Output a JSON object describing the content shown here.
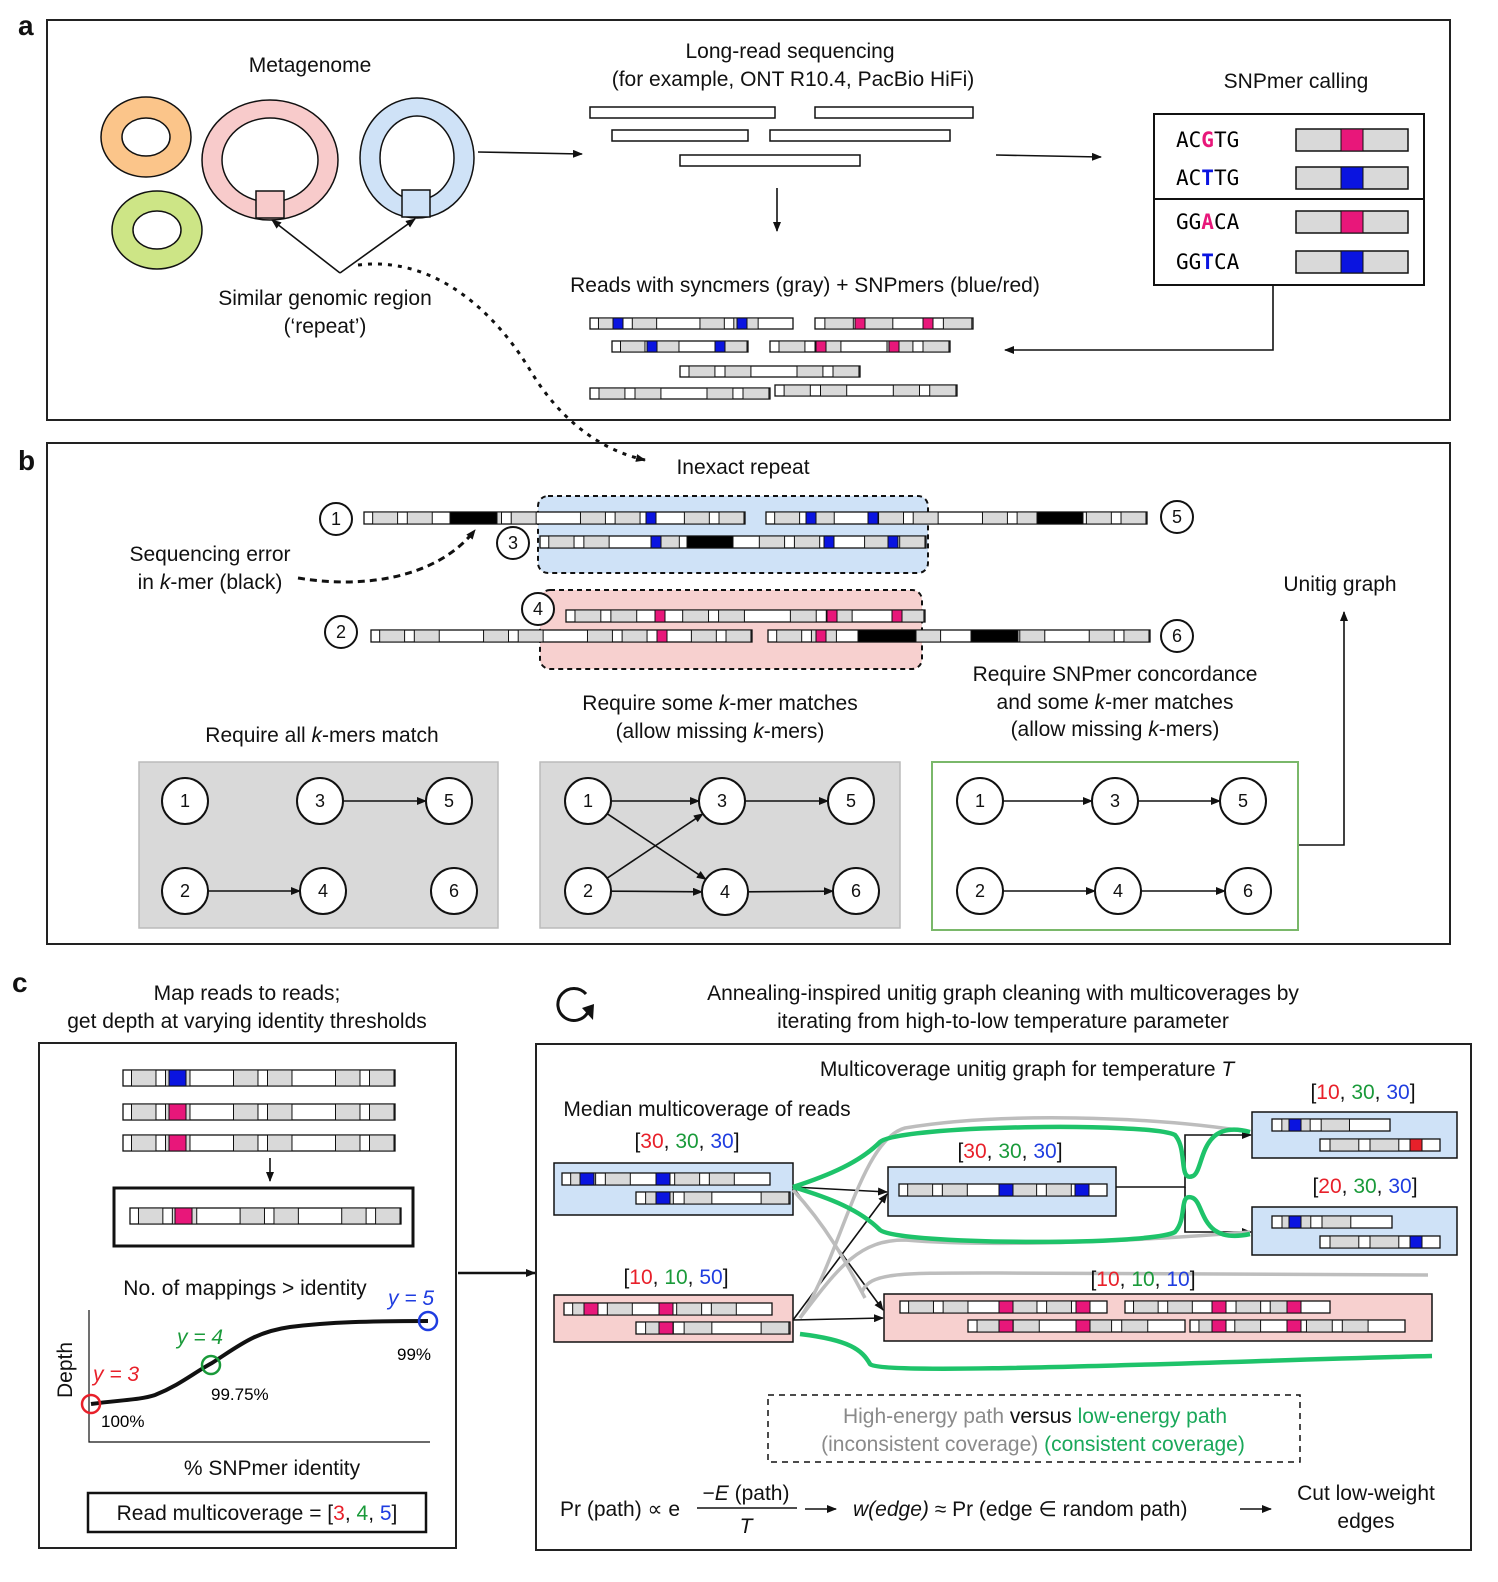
{
  "colors": {
    "red": "#e8202a",
    "green": "#1a9a3a",
    "blue": "#1f3de0",
    "snp_pink": "#e8177a",
    "snp_blue": "#0a14e0",
    "low_energy": "#1ec36a",
    "high_energy": "#bdbdbd"
  },
  "panel_labels": {
    "a": "a",
    "b": "b",
    "c": "c"
  },
  "a": {
    "metagenome": "Metagenome",
    "similar_region_1": "Similar genomic region",
    "similar_region_2": "(‘repeat’)",
    "sequencing_1": "Long-read sequencing",
    "sequencing_2": "(for example, ONT R10.4, PacBio HiFi)",
    "snpmer_calling": "SNPmer calling",
    "snpmers": [
      {
        "pre": "AC",
        "snp": "G",
        "post": "TG",
        "color": "#e8177a"
      },
      {
        "pre": "AC",
        "snp": "T",
        "post": "TG",
        "color": "#0a14e0"
      },
      {
        "pre": "GG",
        "snp": "A",
        "post": "CA",
        "color": "#e8177a"
      },
      {
        "pre": "GG",
        "snp": "T",
        "post": "CA",
        "color": "#0a14e0"
      }
    ],
    "reads_caption": "Reads with syncmers (gray) + SNPmers (blue/red)"
  },
  "b": {
    "inexact_repeat": "Inexact repeat",
    "seq_error_1": "Sequencing error",
    "seq_error_2a": "in ",
    "seq_error_2k": "k",
    "seq_error_2b": "-mer (black)",
    "read_numbers": [
      "1",
      "2",
      "3",
      "4",
      "5",
      "6"
    ],
    "unitig_graph": "Unitig graph",
    "criteria": [
      {
        "l1a": "Require all ",
        "l1k": "k",
        "l1b": "-mers match"
      },
      {
        "l1a": "Require some ",
        "l1k": "k",
        "l1b": "-mer matches",
        "l2a": "(allow missing ",
        "l2k": "k",
        "l2b": "-mers)"
      },
      {
        "l0": "Require SNPmer concordance",
        "l1a": "and some ",
        "l1k": "k",
        "l1b": "-mer matches",
        "l2a": "(allow missing ",
        "l2k": "k",
        "l2b": "-mers)"
      }
    ]
  },
  "c": {
    "left_title_1": "Map reads to reads;",
    "left_title_2": "get depth at varying identity thresholds",
    "chart_title": "No. of mappings > identity",
    "ylabel": "Depth",
    "xlabel": "% SNPmer identity",
    "points": [
      {
        "label": "y = 3",
        "identity": "100%",
        "color": "#e8202a"
      },
      {
        "label": "y = 4",
        "identity": "99.75%",
        "color": "#1a9a3a"
      },
      {
        "label": "y = 5",
        "identity": "99%",
        "color": "#1f3de0"
      }
    ],
    "multicov_label": "Read multicoverage = [",
    "multicov": [
      "3",
      "4",
      "5"
    ],
    "right_title_1": "Annealing-inspired unitig graph cleaning with multicoverages by",
    "right_title_2": "iterating from high-to-low temperature parameter",
    "graph_title": "Multicoverage unitig graph for temperature ",
    "graph_title_T": "T",
    "median_label": "Median multicoverage of reads",
    "nodes": [
      {
        "values": [
          "30",
          "30",
          "30"
        ]
      },
      {
        "values": [
          "10",
          "10",
          "50"
        ]
      },
      {
        "values": [
          "30",
          "30",
          "30"
        ]
      },
      {
        "values": [
          "10",
          "30",
          "30"
        ]
      },
      {
        "values": [
          "20",
          "30",
          "30"
        ]
      },
      {
        "values": [
          "10",
          "10",
          "10"
        ]
      }
    ],
    "legend_high": "High-energy path",
    "legend_versus": " versus ",
    "legend_low": "low-energy path",
    "legend_high_2": "(inconsistent coverage)",
    "legend_low_2": " (consistent coverage)",
    "formula": {
      "pr_path": "Pr (path) ∝ e",
      "num_minus": "−",
      "num_E": "E",
      "num_path": " (path)",
      "den_T": "T",
      "w": "w",
      "edge_it": "(edge)",
      "approx": " ≈ Pr (edge ∈ random path)",
      "cut_1": "Cut low-weight",
      "cut_2": "edges"
    }
  }
}
